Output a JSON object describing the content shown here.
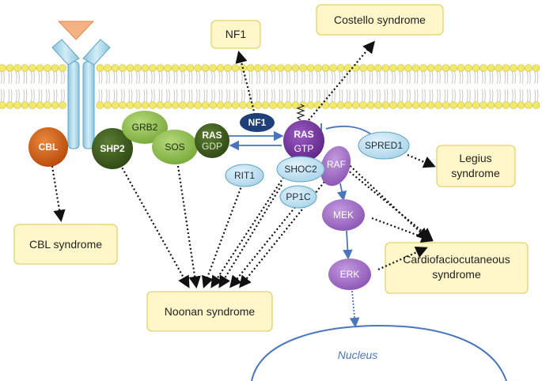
{
  "syndromes": {
    "nf1": "NF1",
    "costello": "Costello syndrome",
    "legius_line1": "Legius",
    "legius_line2": "syndrome",
    "cbl": "CBL syndrome",
    "noonan": "Noonan syndrome",
    "cfc_line1": "Cardiofaciocutaneous",
    "cfc_line2": "syndrome"
  },
  "proteins": {
    "cbl": "CBL",
    "shp2": "SHP2",
    "grb2": "GRB2",
    "sos": "SOS",
    "ras_gdp_line1": "RAS",
    "ras_gdp_line2": "GDP",
    "nf1": "NF1",
    "ras_gtp_line1": "RAS",
    "ras_gtp_line2": "GTP",
    "spred1": "SPRED1",
    "rit1": "RIT1",
    "shoc2": "SHOC2",
    "raf": "RAF",
    "pp1c": "PP1C",
    "mek": "MEK",
    "erk": "ERK"
  },
  "nucleus_label": "Nucleus",
  "colors": {
    "membrane_head": "#f2e86a",
    "membrane_tail": "#c9c8c4",
    "receptor": "#a9d7e8",
    "ligand": "#f4b183",
    "cbl": "#d35a12",
    "dark_green": "#3e5c1e",
    "light_green": "#8fbf4e",
    "navy": "#1f3f78",
    "purple": "#7b3fa3",
    "light_purple": "#a876c8",
    "light_blue": "#c3e4f3",
    "arrow_blue": "#4a76bd",
    "syndrome_fill": "#fff7c9"
  }
}
